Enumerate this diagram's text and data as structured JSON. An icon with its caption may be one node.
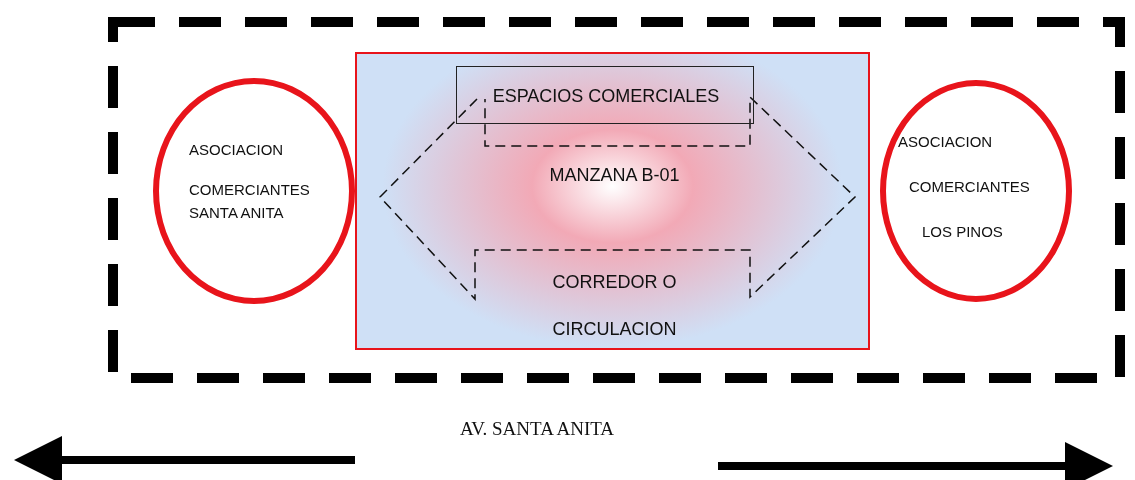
{
  "diagram": {
    "nodes": [
      {
        "text": [
          "ASOCIACION",
          "COMERCIANTES SANTA ANITA"
        ]
      },
      {
        "text": [
          "MANZANA B-01",
          "CORREDOR O CIRCULACION"
        ]
      },
      {
        "text": [
          "ESPACIOS COMERCIALES"
        ],
        "in": 1
      },
      {
        "text": [
          "ASOCIACION",
          "COMERCIANTES",
          "LOS PINOS"
        ]
      }
    ],
    "edges": [],
    "labels": [
      "AV. SANTA ANITA"
    ]
  }
}
